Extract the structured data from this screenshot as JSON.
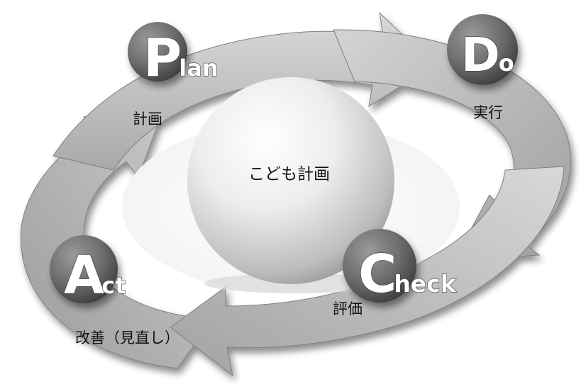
{
  "center": {
    "label": "こども計画"
  },
  "phases": [
    {
      "key": "plan",
      "initial": "P",
      "rest": "lan",
      "label": "計画"
    },
    {
      "key": "do",
      "initial": "D",
      "rest": "o",
      "label": "実行"
    },
    {
      "key": "check",
      "initial": "C",
      "rest": "heck",
      "label": "評価"
    },
    {
      "key": "act",
      "initial": "A",
      "rest": "ct",
      "label": "改善（見直し）"
    }
  ],
  "colors": {
    "arrow_light": "#cfcfcf",
    "arrow_dark": "#8a8a8a",
    "badge": "#6e6e6e",
    "badge_text": "#ffffff"
  }
}
